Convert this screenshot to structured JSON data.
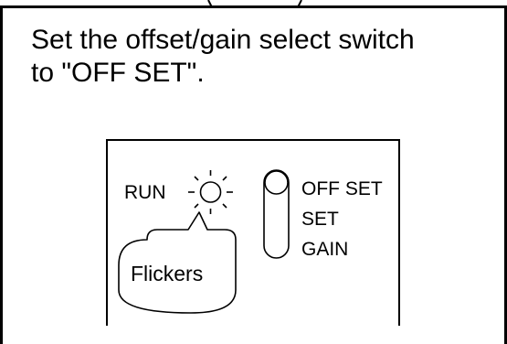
{
  "instruction": {
    "line1": "Set the offset/gain select switch",
    "line2": "to \"OFF SET\"."
  },
  "panel": {
    "led_label": "RUN",
    "led_state": "Flickers",
    "switch_positions": [
      "OFF SET",
      "SET",
      "GAIN"
    ],
    "switch_selected": "OFF SET"
  },
  "icons": {
    "led": "flickering-led-icon",
    "switch": "slide-switch-icon"
  }
}
